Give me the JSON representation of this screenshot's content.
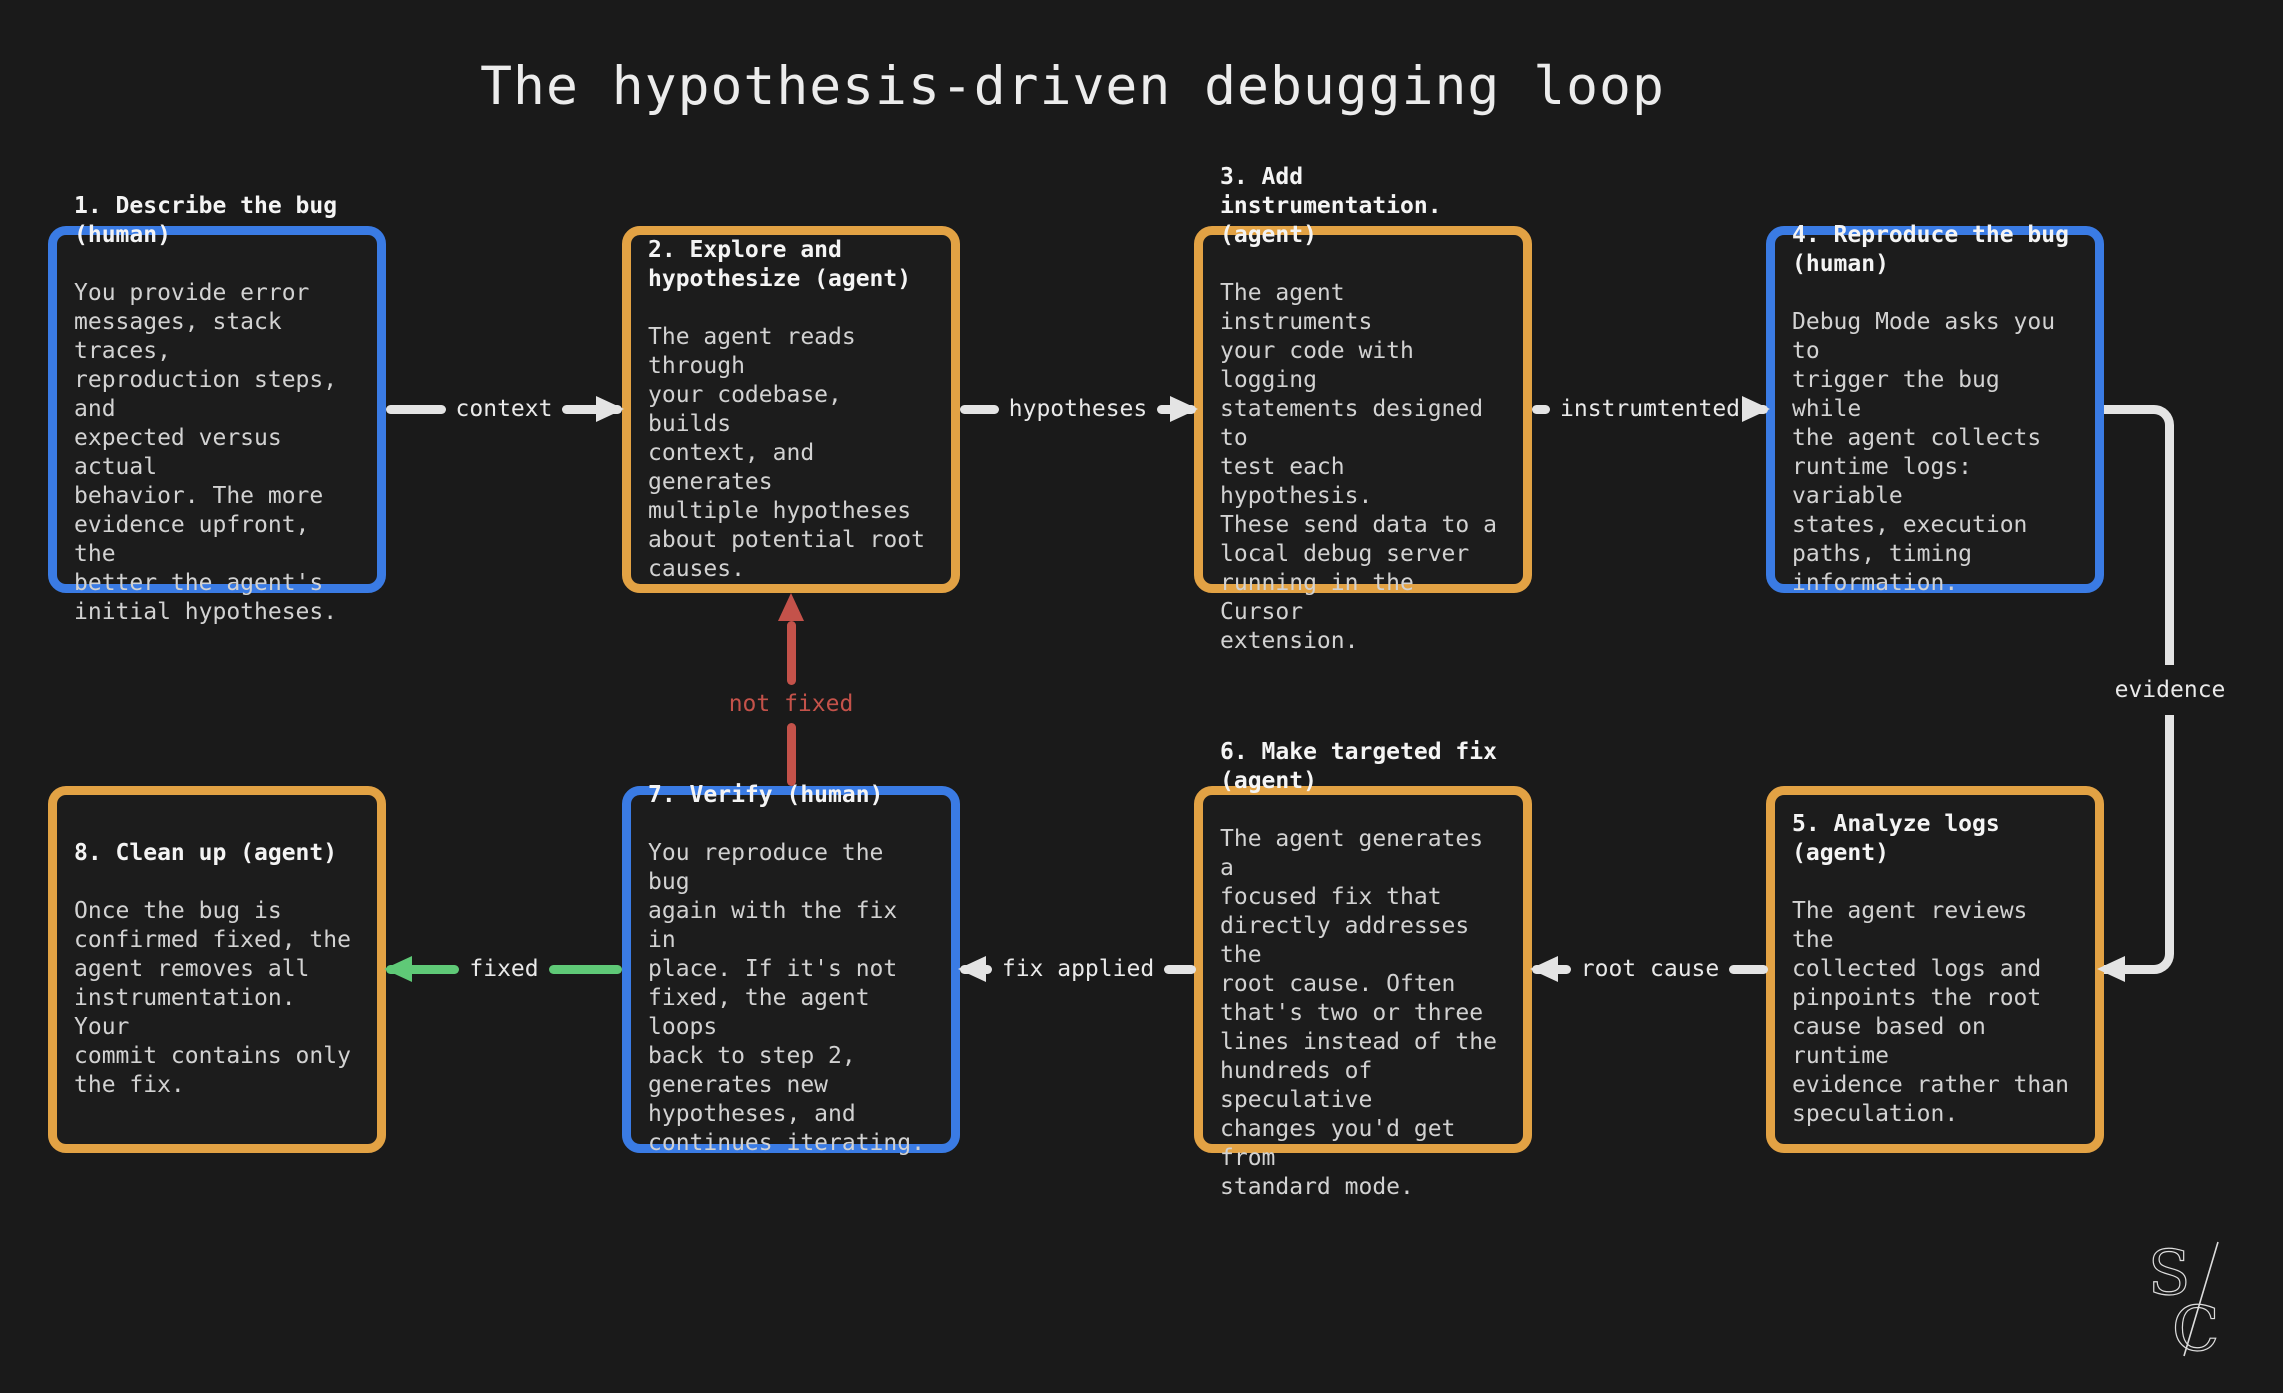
{
  "title": "The hypothesis-driven debugging loop",
  "colors": {
    "background": "#1a1a1a",
    "human_box_border": "#3a7be4",
    "agent_box_border": "#e2a244",
    "arrow_default": "#e4e4e4",
    "arrow_fixed": "#5fc977",
    "arrow_not_fixed": "#c4524a",
    "heading_text": "#f4f4f4",
    "body_text": "#d2d2d2"
  },
  "boxes": [
    {
      "heading": "1. Describe the bug\n(human)",
      "body": "You provide error\nmessages, stack traces,\nreproduction steps, and\nexpected versus actual\nbehavior. The more\nevidence upfront, the\nbetter the agent's\ninitial hypotheses.",
      "variant": "human"
    },
    {
      "heading": "2. Explore and\nhypothesize (agent)",
      "body": "The agent reads through\nyour codebase, builds\ncontext, and generates\nmultiple hypotheses\nabout potential root\ncauses.",
      "variant": "agent"
    },
    {
      "heading": "3. Add instrumentation.\n(agent)",
      "body": "The agent instruments\nyour code with logging\nstatements designed to\ntest each hypothesis.\nThese send data to a\nlocal debug server\nrunning in the Cursor\nextension.",
      "variant": "agent"
    },
    {
      "heading": "4. Reproduce the bug\n(human)",
      "body": "Debug Mode asks you to\ntrigger the bug while\nthe agent collects\nruntime logs: variable\nstates, execution\npaths, timing\ninformation.",
      "variant": "human"
    },
    {
      "heading": "5. Analyze logs (agent)",
      "body": "The agent reviews the\ncollected logs and\npinpoints the root\ncause based on runtime\nevidence rather than\nspeculation.",
      "variant": "agent"
    },
    {
      "heading": "6. Make targeted fix\n(agent)",
      "body": "The agent generates a\nfocused fix that\ndirectly addresses the\nroot cause. Often\nthat's two or three\nlines instead of the\nhundreds of speculative\nchanges you'd get from\nstandard mode.",
      "variant": "agent"
    },
    {
      "heading": "7. Verify (human)",
      "body": "You reproduce the bug\nagain with the fix in\nplace. If it's not\nfixed, the agent loops\nback to step 2,\ngenerates new\nhypotheses, and\ncontinues iterating.",
      "variant": "human"
    },
    {
      "heading": "8. Clean up (agent)",
      "body": "Once the bug is\nconfirmed fixed, the\nagent removes all\ninstrumentation. Your\ncommit contains only\nthe fix.",
      "variant": "agent"
    }
  ],
  "arrows": {
    "context": "context",
    "hypotheses": "hypotheses",
    "instrumented": "instrumtented",
    "evidence": "evidence",
    "not_fixed": "not fixed",
    "fixed": "fixed",
    "fix_applied": "fix applied",
    "root_cause": "root cause"
  },
  "logo": {
    "s": "S",
    "c": "C"
  }
}
